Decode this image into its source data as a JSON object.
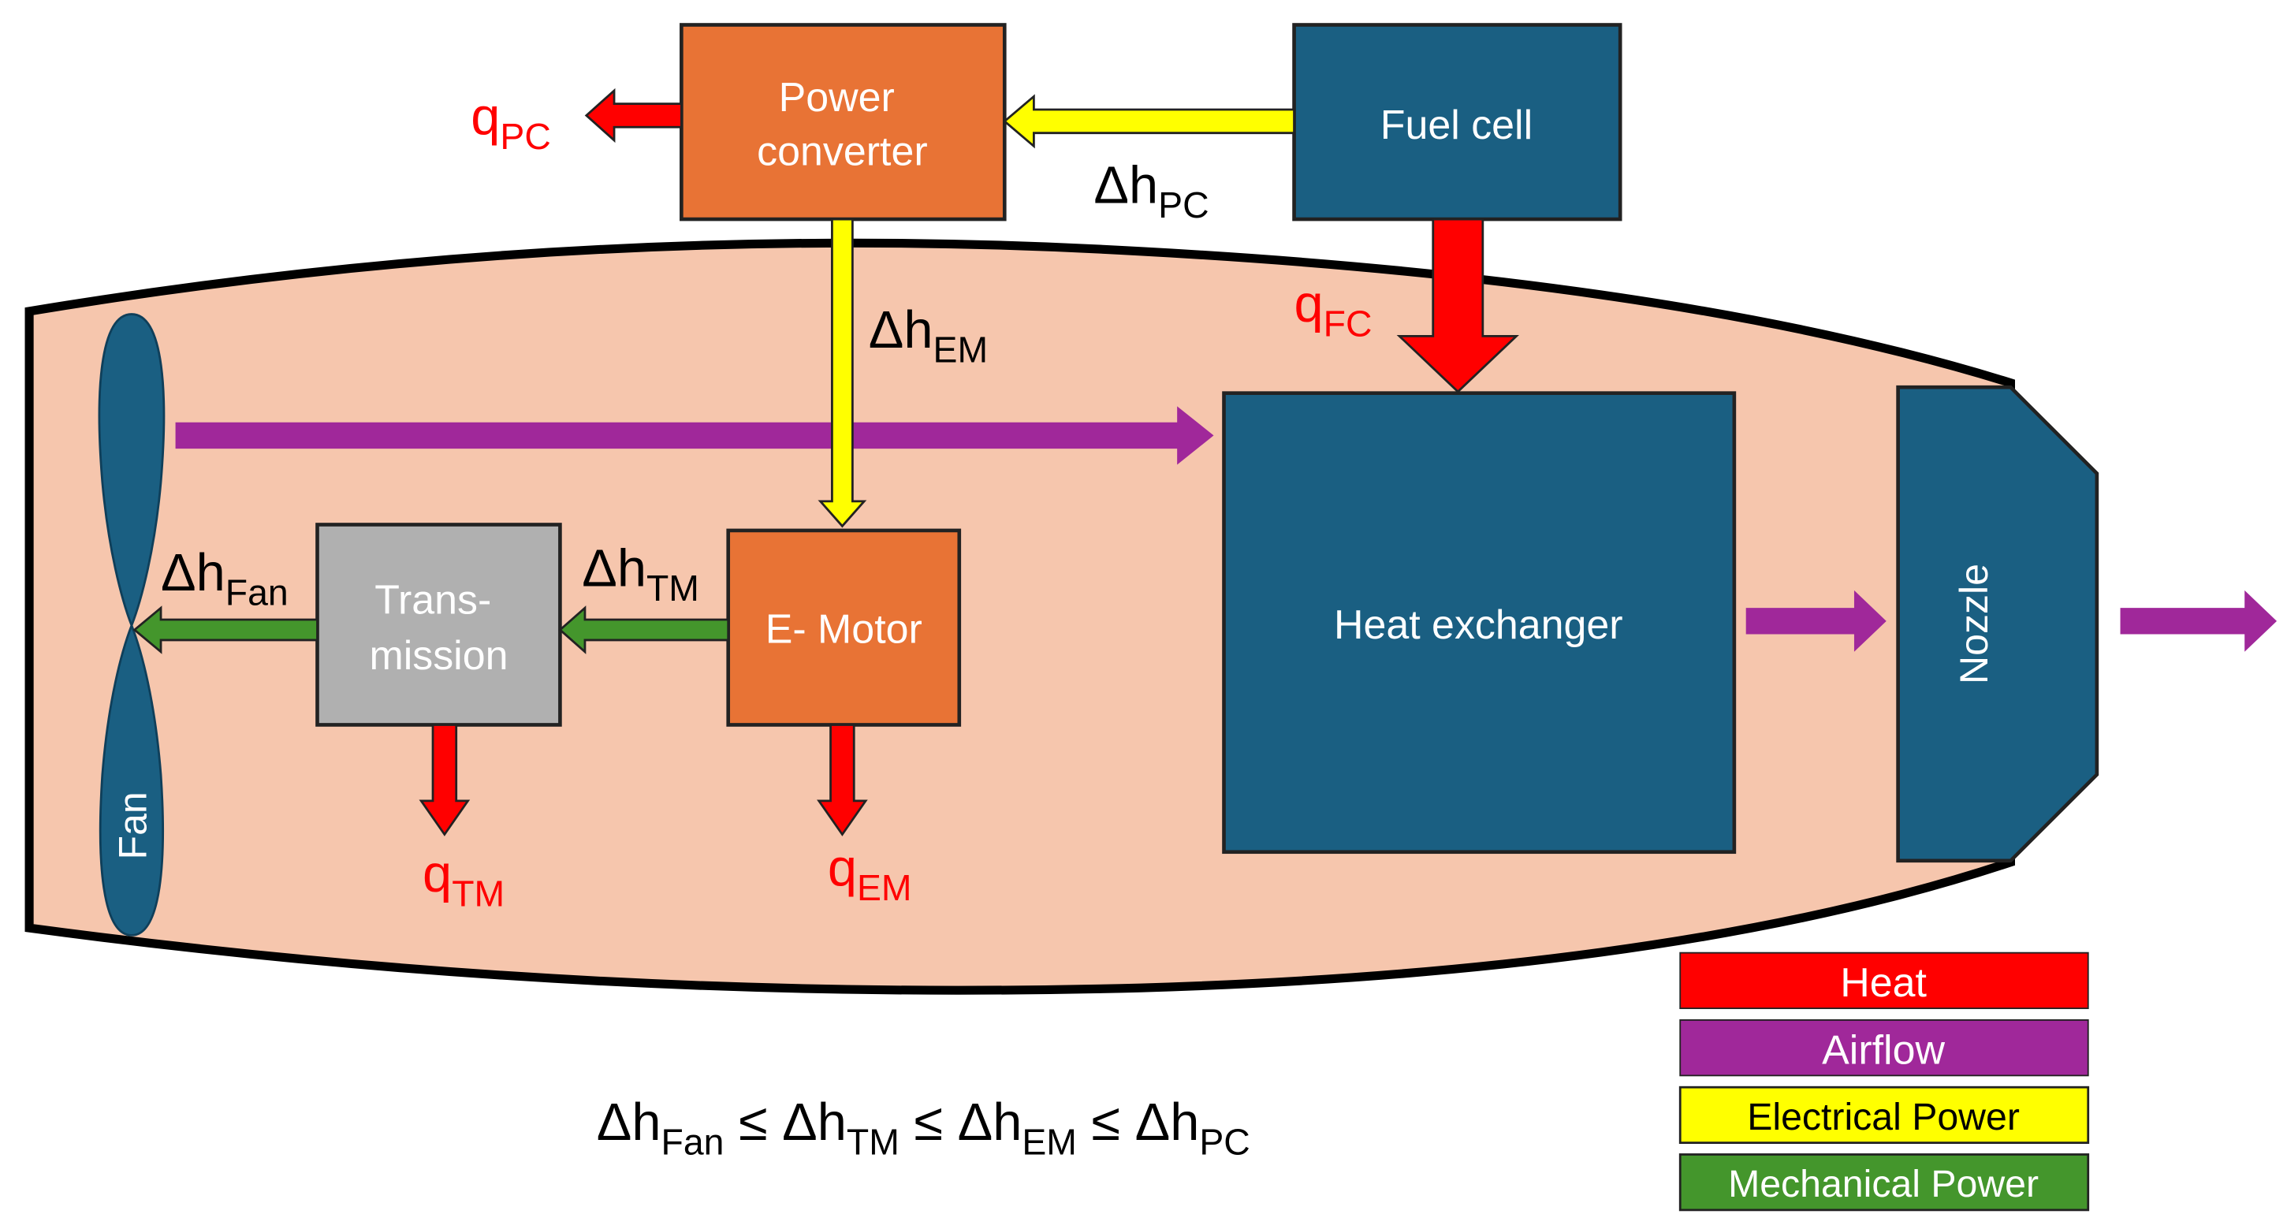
{
  "colors": {
    "heat": "#ff0000",
    "airflow": "#a0289a",
    "electrical": "#ffff00",
    "mechanical": "#44962c",
    "nacelle": "#f6c6ad",
    "dark_blue": "#1a5f82",
    "orange": "#e87335",
    "gray": "#b0b0b0",
    "label_red": "#ff0000",
    "black": "#000000",
    "white": "#ffffff"
  },
  "components": {
    "power_converter": {
      "line1": "Power",
      "line2": "converter"
    },
    "fuel_cell": "Fuel cell",
    "heat_exchanger": "Heat exchanger",
    "transmission": {
      "line1": "Trans-",
      "line2": "mission"
    },
    "e_motor": "E- Motor",
    "fan": "Fan",
    "nozzle": "Nozzle"
  },
  "labels": {
    "q_pc": {
      "base": "q",
      "sub": "PC"
    },
    "q_fc": {
      "base": "q",
      "sub": "FC"
    },
    "q_tm": {
      "base": "q",
      "sub": "TM"
    },
    "q_em": {
      "base": "q",
      "sub": "EM"
    },
    "dh_pc": {
      "base": "Δh",
      "sub": "PC"
    },
    "dh_em": {
      "base": "Δh",
      "sub": "EM"
    },
    "dh_tm": {
      "base": "Δh",
      "sub": "TM"
    },
    "dh_fan": {
      "base": "Δh",
      "sub": "Fan"
    }
  },
  "inequality": {
    "t1": "Δh",
    "s1": "Fan",
    "op1": " ≤ ",
    "t2": "Δh",
    "s2": "TM",
    "op2": " ≤ ",
    "t3": "Δh",
    "s3": "EM",
    "op3": " ≤ ",
    "t4": "Δh",
    "s4": "PC"
  },
  "legend": {
    "heat": "Heat",
    "airflow": "Airflow",
    "electrical": "Electrical Power",
    "mechanical": "Mechanical Power"
  }
}
